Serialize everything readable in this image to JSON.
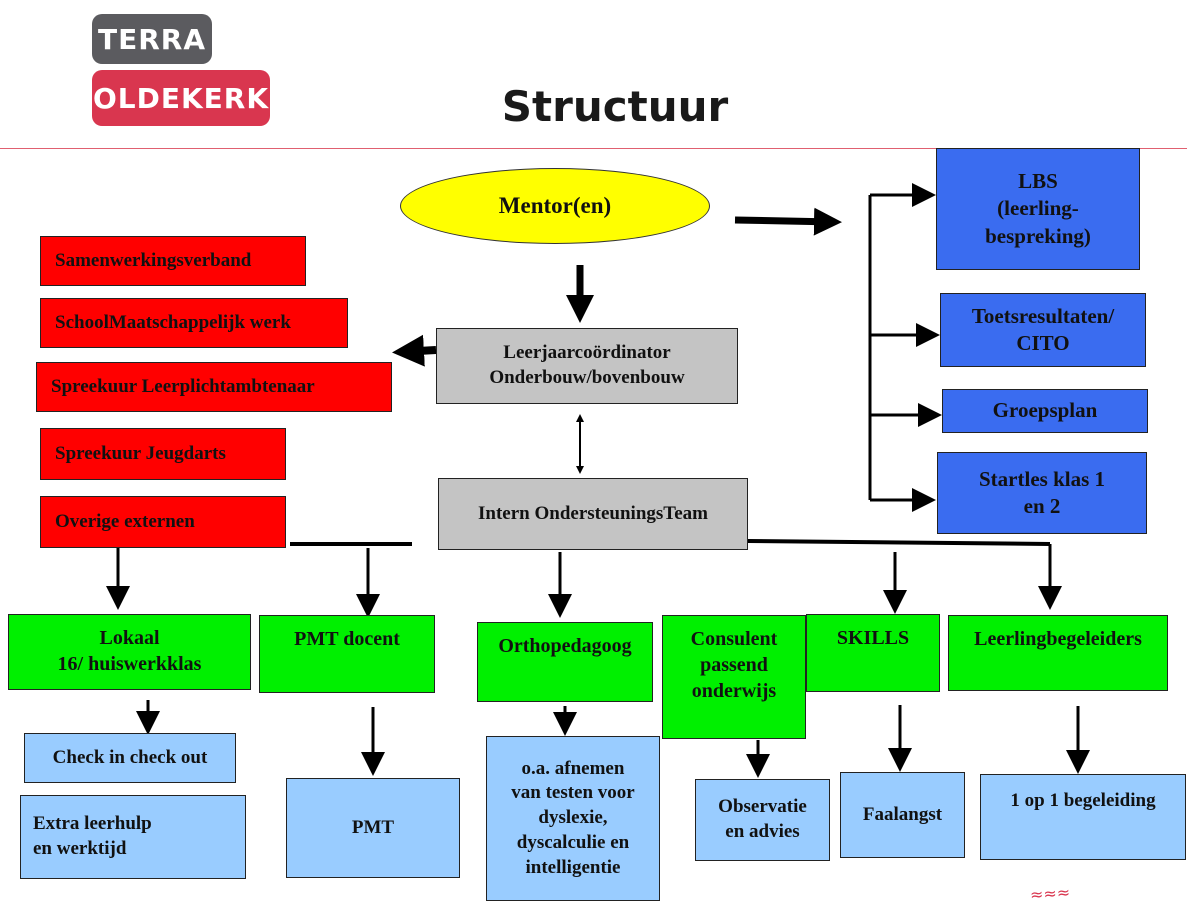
{
  "logo": {
    "line1": "TERRA",
    "line2": "OLDEKERK"
  },
  "title": "Structuur",
  "mentor": "Mentor(en)",
  "coordinator": "Leerjaarcoördinator\nOnderbouw/bovenbouw",
  "iot": "Intern OndersteuningsTeam",
  "red_items": [
    "Samenwerkingsverband",
    "SchoolMaatschappelijk werk",
    "Spreekuur Leerplichtambtenaar",
    "Spreekuur Jeugdarts",
    "Overige externen"
  ],
  "blue_items": [
    "LBS\n(leerling-\nbespreking)",
    "Toetsresultaten/\nCITO",
    "Groepsplan",
    "Startles klas 1\nen 2"
  ],
  "green_items": [
    "Lokaal\n16/  huiswerkklas",
    "PMT docent",
    "Orthopedagoog",
    "Consulent\npassend\nonderwijs",
    "SKILLS",
    "Leerlingbegeleiders"
  ],
  "lightblue_items": [
    "Check in check out",
    "Extra leerhulp\nen werktijd",
    "PMT",
    "o.a. afnemen\nvan testen voor\ndyslexie,\ndyscalculie en\nintelligentie",
    "Observatie\nen advies",
    "Faalangst",
    "1 op 1 begeleiding"
  ],
  "colors": {
    "red": "#ff0000",
    "blue": "#3a6cf0",
    "grey": "#c4c4c4",
    "green": "#00f000",
    "lightblue": "#99ccff",
    "yellow": "#ffff00",
    "logo_dark": "#5b5b5f",
    "logo_red": "#d9364f"
  }
}
